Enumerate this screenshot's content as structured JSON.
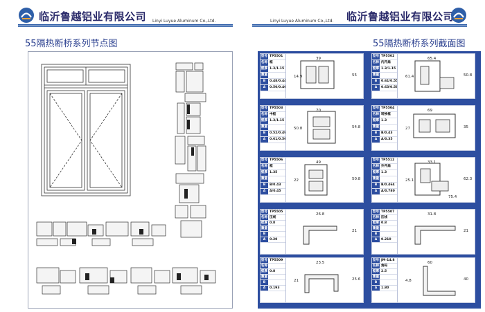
{
  "header": {
    "company_cn": "临沂鲁越铝业有限公司",
    "company_en": "Linyi Luyue Aluminum Co.,Ltd.",
    "accent": "#2f5fa8"
  },
  "left_page": {
    "title": "55隔热断桥系列节点图"
  },
  "right_page": {
    "title": "55隔热断桥系列截面图",
    "cards": [
      {
        "model": "TP5501",
        "name": "框",
        "wall": "1.3/1.15",
        "B": "0.48/0.44",
        "A": "0.50/0.46",
        "dims": [
          "39",
          "55",
          "14.9"
        ]
      },
      {
        "model": "TP5502",
        "name": "内开扇",
        "wall": "1.3/1.15",
        "B": "0.61/0.559",
        "A": "0.63/0.58",
        "dims": [
          "65.4",
          "50.8",
          "61.4"
        ]
      },
      {
        "model": "TP5503",
        "name": "中梃",
        "wall": "1.3/1.15",
        "B": "0.52/0.49",
        "A": "0.61/0.56",
        "dims": [
          "70",
          "54.8",
          "50.8"
        ]
      },
      {
        "model": "TP5504",
        "name": "转换框",
        "wall": "1.3",
        "B": "B/0.43",
        "A": "A/0.35",
        "dims": [
          "69",
          "35",
          "27"
        ]
      },
      {
        "model": "TP5506",
        "name": "框",
        "wall": "1.35",
        "B": "B/0.43",
        "A": "A/0.45",
        "dims": [
          "49",
          "50.8",
          "22"
        ]
      },
      {
        "model": "TP5512",
        "name": "外开扇",
        "wall": "1.3",
        "B": "B/0.464",
        "A": "A/0.780",
        "dims": [
          "33.1",
          "62.3",
          "25.1",
          "75.4"
        ]
      },
      {
        "model": "TP5505",
        "name": "压线",
        "wall": "0.8",
        "B": "",
        "A": "0.20",
        "dims": [
          "26.8",
          "21"
        ]
      },
      {
        "model": "TP5507",
        "name": "压线",
        "wall": "0.8",
        "B": "",
        "A": "0.210",
        "dims": [
          "31.8",
          "21"
        ]
      },
      {
        "model": "TP5509",
        "name": "",
        "wall": "0.8",
        "B": "",
        "A": "0.193",
        "dims": [
          "23.5",
          "25.6",
          "21"
        ]
      },
      {
        "model": "JM-14.8",
        "name": "角码",
        "wall": "2.5",
        "B": "",
        "A": "1.80",
        "dims": [
          "60",
          "40",
          "4.8"
        ]
      }
    ],
    "labels": {
      "model": "型号",
      "name": "名称",
      "wall": "壁厚",
      "weight": "重量"
    }
  }
}
